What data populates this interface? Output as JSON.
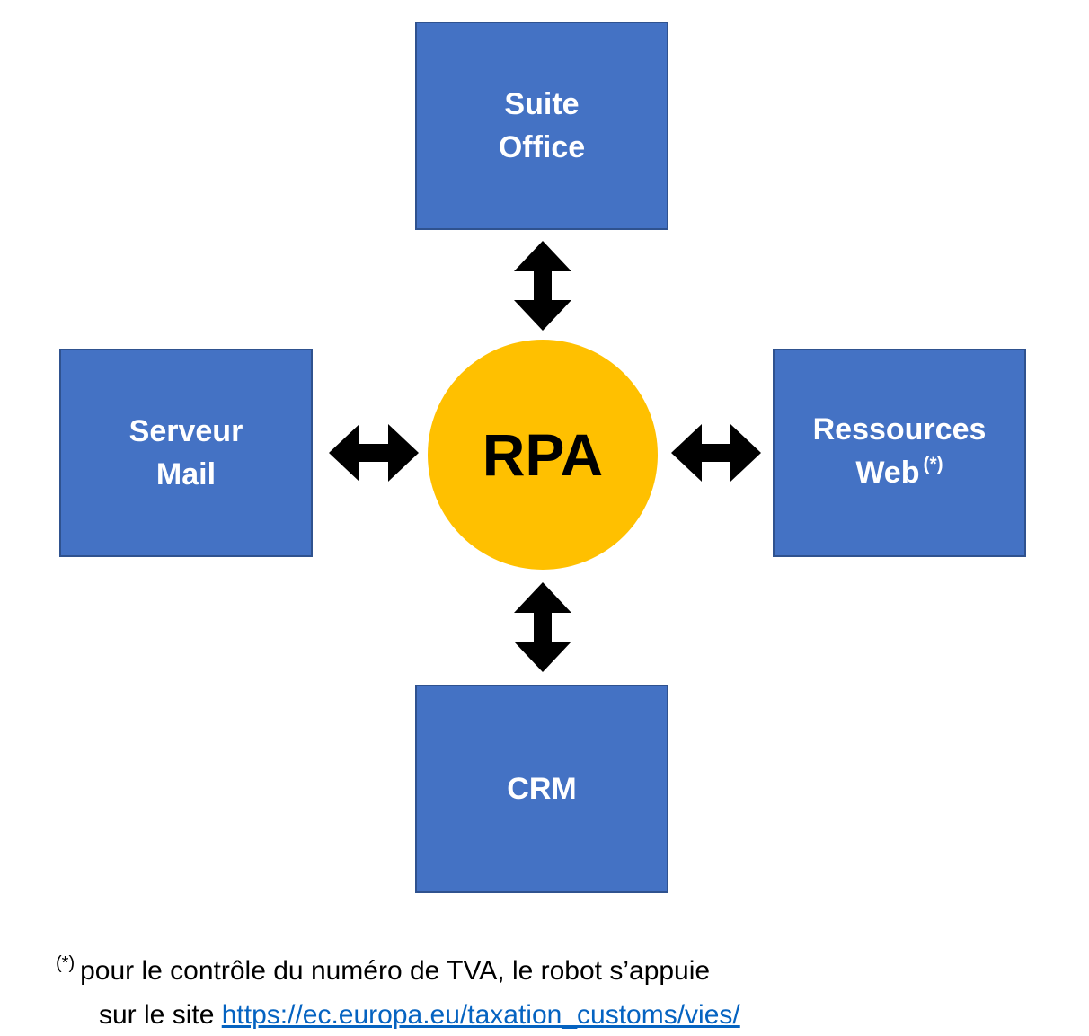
{
  "diagram": {
    "hub": {
      "label": "RPA"
    },
    "nodes": {
      "top": {
        "lines": [
          "Suite",
          "Office"
        ]
      },
      "left": {
        "lines": [
          "Serveur",
          "Mail"
        ]
      },
      "right": {
        "lines": [
          "Ressources",
          "Web"
        ],
        "marker": "(*)"
      },
      "bottom": {
        "lines": [
          "CRM"
        ]
      }
    },
    "connectors": [
      {
        "between": [
          "top",
          "hub"
        ],
        "type": "double-arrow"
      },
      {
        "between": [
          "left",
          "hub"
        ],
        "type": "double-arrow"
      },
      {
        "between": [
          "hub",
          "right"
        ],
        "type": "double-arrow"
      },
      {
        "between": [
          "hub",
          "bottom"
        ],
        "type": "double-arrow"
      }
    ],
    "colors": {
      "node_fill": "#4472c4",
      "node_border": "#2f528f",
      "hub_fill": "#ffc000",
      "arrow": "#000000",
      "link": "#0563c1"
    }
  },
  "footnote": {
    "marker": "(*)",
    "line1": "pour le contrôle du numéro de TVA, le robot s’appuie",
    "line2_prefix": "sur le site",
    "link_text": "https://ec.europa.eu/taxation_customs/vies/"
  }
}
